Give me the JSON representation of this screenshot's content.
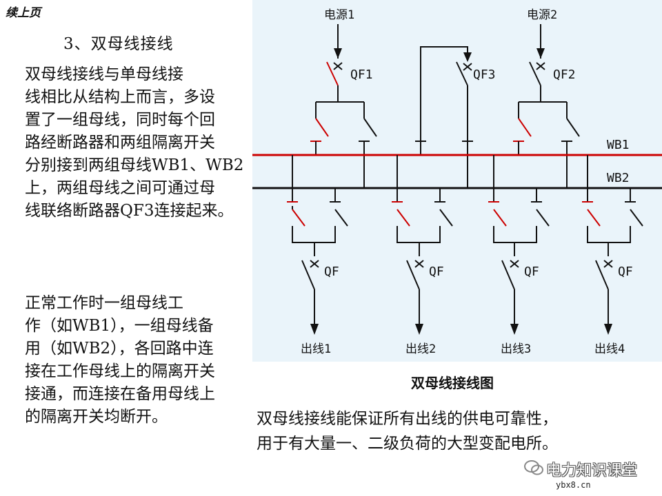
{
  "continued_label": "续上页",
  "heading": "3、双母线接线",
  "paragraph1": [
    "  双母线接线与单母线接",
    "线相比从结构上而言，多设",
    "置了一组母线，同时每个回",
    "路经断路器和两组隔离开关",
    "分别接到两组母线WB1、WB2",
    "上，两组母线之间可通过母",
    "线联络断路器QF3连接起来。"
  ],
  "paragraph2": [
    "  正常工作时一组母线工",
    "作（如WB1），一组母线备",
    "用（如WB2），各回路中连",
    "接在工作母线上的隔离开关",
    "接通，而连接在备用母线上",
    "的隔离开关均断开。"
  ],
  "diagram": {
    "source1": "电源1",
    "source2": "电源2",
    "qf1": "QF1",
    "qf2": "QF2",
    "qf3": "QF3",
    "bus1": "WB1",
    "bus2": "WB2",
    "qf_label": "QF",
    "outlets": [
      "出线1",
      "出线2",
      "出线3",
      "出线4"
    ]
  },
  "caption": "双母线接线图",
  "summary": [
    "  双母线接线能保证所有出线的供电可靠性，",
    "用于有大量一、二级负荷的大型变配电所。"
  ],
  "watermark": {
    "brand": "电力知识课堂",
    "url": "ybx8.cn"
  },
  "colors": {
    "panel_bg": "#eaf4fa",
    "line": "#111111",
    "bus_wb1": "#cc0000",
    "bus_wb2": "#111111",
    "active_switch": "#cc0000"
  }
}
